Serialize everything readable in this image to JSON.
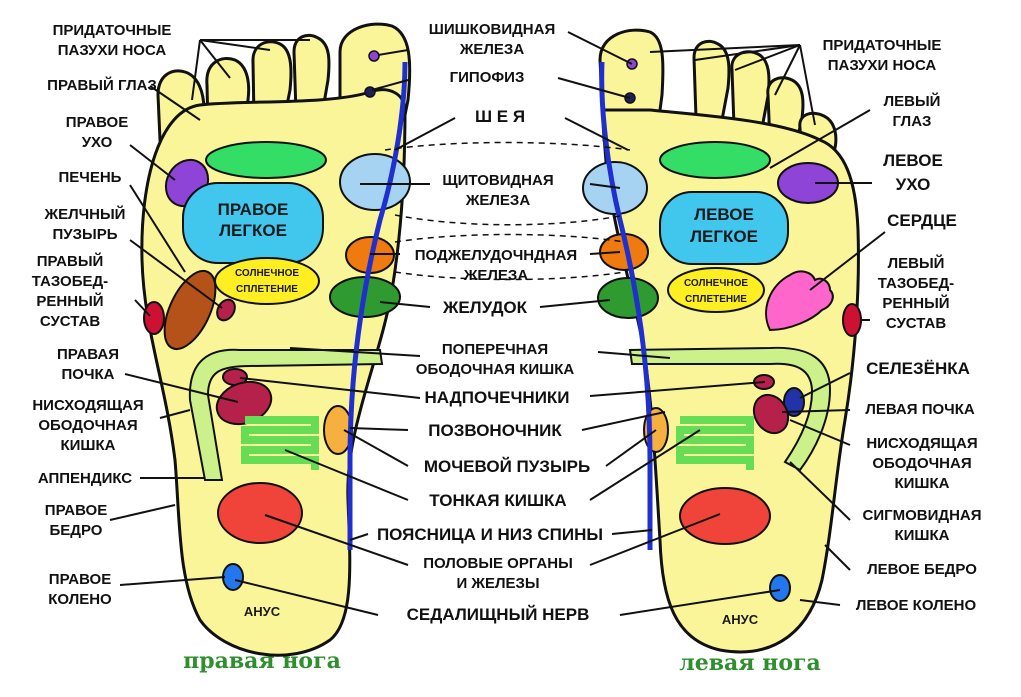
{
  "titles": {
    "right_foot": "правая нога",
    "left_foot": "левая нога"
  },
  "organs": {
    "right_lung": [
      "ПРАВОЕ",
      "ЛЕГКОЕ"
    ],
    "left_lung": [
      "ЛЕВОЕ",
      "ЛЕГКОЕ"
    ],
    "solar_right": [
      "СОЛНЕЧНОЕ",
      "СПЛЕТЕНИЕ"
    ],
    "solar_left": [
      "СОЛНЕЧНОЕ",
      "СПЛЕТЕНИЕ"
    ],
    "anus_right": "АНУС",
    "anus_left": "АНУС"
  },
  "left_labels": {
    "sinuses": [
      "ПРИДАТОЧНЫЕ",
      "ПАЗУХИ НОСА"
    ],
    "right_eye": "ПРАВЫЙ ГЛАЗ",
    "right_ear": [
      "ПРАВОЕ",
      "УХО"
    ],
    "liver": "ПЕЧЕНЬ",
    "gallbladder": [
      "ЖЕЛЧНЫЙ",
      "ПУЗЫРЬ"
    ],
    "right_hip": [
      "ПРАВЫЙ",
      "ТАЗОБЕД-",
      "РЕННЫЙ",
      "СУСТАВ"
    ],
    "right_kidney": [
      "ПРАВАЯ",
      "ПОЧКА"
    ],
    "descending_colon": [
      "НИСХОДЯЩАЯ",
      "ОБОДОЧНАЯ",
      "КИШКА"
    ],
    "appendix": "АППЕНДИКС",
    "right_thigh": [
      "ПРАВОЕ",
      "БЕДРО"
    ],
    "right_knee": [
      "ПРАВОЕ",
      "КОЛЕНО"
    ]
  },
  "center_labels": {
    "pineal": [
      "ШИШКОВИДНАЯ",
      "ЖЕЛЕЗА"
    ],
    "pituitary": "ГИПОФИЗ",
    "neck": "Ш Е Я",
    "thyroid": [
      "ЩИТОВИДНАЯ",
      "ЖЕЛЕЗА"
    ],
    "pancreas": [
      "ПОДЖЕЛУДОЧНДНАЯ",
      "ЖЕЛЕЗА"
    ],
    "stomach": "ЖЕЛУДОК",
    "transverse_colon": [
      "ПОПЕРЕЧНАЯ",
      "ОБОДОЧНАЯ КИШКА"
    ],
    "adrenals": "НАДПОЧЕЧНИКИ",
    "spine": "ПОЗВОНОЧНИК",
    "bladder": "МОЧЕВОЙ ПУЗЫРЬ",
    "small_intestine": "ТОНКАЯ КИШКА",
    "lower_back": "ПОЯСНИЦА И НИЗ СПИНЫ",
    "genitals": [
      "ПОЛОВЫЕ ОРГАНЫ",
      "И ЖЕЛЕЗЫ"
    ],
    "sciatic": "СЕДАЛИЩНЫЙ НЕРВ"
  },
  "right_labels": {
    "sinuses": [
      "ПРИДАТОЧНЫЕ",
      "ПАЗУХИ НОСА"
    ],
    "left_eye": [
      "ЛЕВЫЙ",
      "ГЛАЗ"
    ],
    "left_ear": [
      "ЛЕВОЕ",
      "УХО"
    ],
    "heart": "СЕРДЦЕ",
    "left_hip": [
      "ЛЕВЫЙ",
      "ТАЗОБЕД-",
      "РЕННЫЙ",
      "СУСТАВ"
    ],
    "spleen": "СЕЛЕЗЁНКА",
    "left_kidney": "ЛЕВАЯ ПОЧКА",
    "descending_colon": [
      "НИСХОДЯЩАЯ",
      "ОБОДОЧНАЯ",
      "КИШКА"
    ],
    "sigmoid": [
      "СИГМОВИДНАЯ",
      "КИШКА"
    ],
    "left_thigh": "ЛЕВОЕ БЕДРО",
    "left_knee": "ЛЕВОЕ КОЛЕНО"
  },
  "colors": {
    "foot_fill": "#fbf59a",
    "outline": "#111111",
    "spine": "#1f2fd0",
    "lung": "#41c7ee",
    "eye": "#33dd66",
    "ear": "#8e44d6",
    "liver": "#b5521a",
    "stomach": "#2f9a2f",
    "pancreas": "#ee7a10",
    "thyroid": "#a6d3f2",
    "heart": "#ff66cc",
    "kidney": "#b5214a",
    "genitals": "#f0443a",
    "knee": "#2277ee",
    "hip": "#cc1133",
    "colon": "#ccf08a",
    "intestine": "#66dd55",
    "bladder": "#f5b040",
    "title_green": "#2f8f2f"
  }
}
